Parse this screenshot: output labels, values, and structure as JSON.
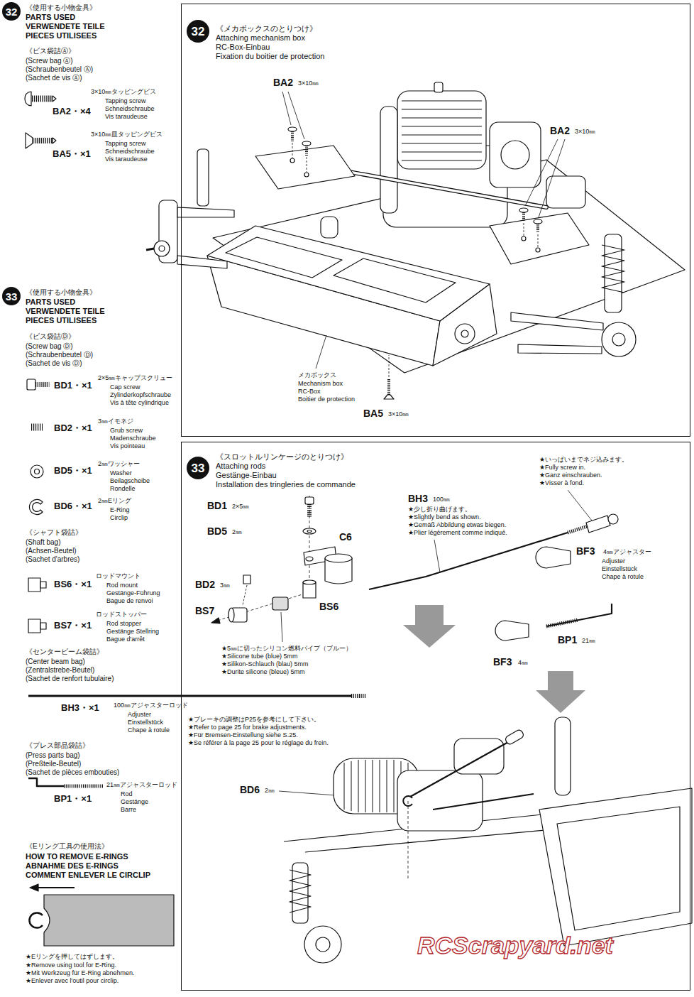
{
  "diagram": {
    "nodes": [
      {
        "text": [
          "32"
        ]
      },
      {
        "text": [
          "33"
        ]
      },
      {
        "text": [
          "《メカボックスのとりつけ》",
          "Attaching mechanism box",
          "RC-Box-Einbau",
          "Fixation du boitier de protection"
        ]
      },
      {
        "text": [
          "32"
        ],
        "in": 2
      },
      {
        "text": [
          "《スロットルリンケージのとりつけ》",
          "Attaching rods",
          "Gestänge-Einbau",
          "Installation des tringleries de commande"
        ]
      },
      {
        "text": [
          "33"
        ],
        "in": 4
      }
    ],
    "labels": [
      "《使用する小物金具》",
      "PARTS USED",
      "VERWENDETE TEILE",
      "PIECES UTILISEES",
      "《ビス袋詰Ⓐ》",
      "(Screw bag Ⓐ)",
      "(Schraubenbeutel Ⓐ)",
      "(Sachet de vis Ⓐ)",
      "3×10㎜タッピングビス",
      "Tapping screw",
      "Schneidschraube",
      "Vis taraudeuse",
      "BA2・×4",
      "3×10㎜皿タッピングビス",
      "Tapping screw",
      "Schneidschraube",
      "Vis taraudeuse",
      "BA5・×1",
      "《使用する小物金具》",
      "PARTS USED",
      "VERWENDETE TEILE",
      "PIECES UTILISEES",
      "《ビス袋詰Ⓓ》",
      "(Screw bag Ⓓ)",
      "(Schraubenbeutel Ⓓ)",
      "(Sachet de vis Ⓓ)",
      "2×5㎜キャップスクリュー",
      "Cap screw",
      "Zylinderkopfschraube",
      "Vis à tête cylindrique",
      "BD1・×1",
      "3㎜イモネジ",
      "Grub screw",
      "Madenschraube",
      "Vis pointeau",
      "BD2・×1",
      "2㎜ワッシャー",
      "Washer",
      "Beilagscheibe",
      "Rondelle",
      "BD5・×1",
      "2㎜Eリング",
      "E-Ring",
      "Circlip",
      "BD6・×1",
      "《シャフト袋詰》",
      "(Shaft bag)",
      "(Achsen-Beutel)",
      "(Sachet d'arbres)",
      "BS6・×1",
      "ロッドマウント",
      "Rod mount",
      "Gestänge-Führung",
      "Bague de renvoi",
      "BS7・×1",
      "ロッドストッパー",
      "Rod stopper",
      "Gestänge Stellring",
      "Bague d'arrêt",
      "《センタービーム袋詰》",
      "(Center beam bag)",
      "(Zentralstrebe-Beutel)",
      "(Sachet de renfort tubulaire)",
      "BH3・×1",
      "100㎜アジャスターロッド",
      "Adjuster",
      "Einstellstück",
      "Chape à rotule",
      "《プレス部品袋詰》",
      "(Press parts bag)",
      "(Preßteile-Beutel)",
      "(Sachet de pièces embouties)",
      "BP1・×1",
      "21㎜アジャスターロッド",
      "Rod",
      "Gestänge",
      "Barre",
      "《Eリング工具の使用法》",
      "HOW TO REMOVE E-RINGS",
      "ABNAHME DES E-RINGS",
      "COMMENT ENLEVER LE CIRCLIP",
      "★Eリングを押してはずします。",
      "★Remove using tool for E-Ring.",
      "★Mit Werkzeug für E-Ring abnehmen.",
      "★Enlever avec l'outil pour circlip.",
      "BA2",
      "3×10㎜",
      "BA2",
      "3×10㎜",
      "メカボックス",
      "Mechanism box",
      "RC-Box",
      "Boitier de protection",
      "BA5",
      "3×10㎜",
      "BH3",
      "100㎜",
      "★少し折り曲げます。",
      "★Slightly bend as shown.",
      "★Gemäß Abbildung etwas biegen.",
      "★Plier légèrement comme indiqué.",
      "★いっぱいまでネジ込みます。",
      "★Fully screw in.",
      "★Ganz einschrauben.",
      "★Visser à fond.",
      "BF3",
      "4㎜アジャスター",
      "Adjuster",
      "Einstellstück",
      "Chape à rotule",
      "BD1",
      "2×5㎜",
      "BD5",
      "2㎜",
      "C6",
      "BD2",
      "3㎜",
      "BS7",
      "BS6",
      "★5㎜に切ったシリコン燃料パイプ（ブルー）",
      "★Silicone tube (blue) 5mm",
      "★Silikon-Schlauch (blau) 5mm",
      "★Durite silicone (bleue) 5mm",
      "BP1",
      "21㎜",
      "BF3",
      "4㎜",
      "★ブレーキの調整はP25を参考にして下さい。",
      "★Refer to page 25 for brake adjustments.",
      "★Für Bremsen-Einstellung siehe S.25.",
      "★Se référer à la page 25 pour le réglage du frein.",
      "BD6",
      "2㎜",
      "RCScrapyard.net"
    ]
  }
}
